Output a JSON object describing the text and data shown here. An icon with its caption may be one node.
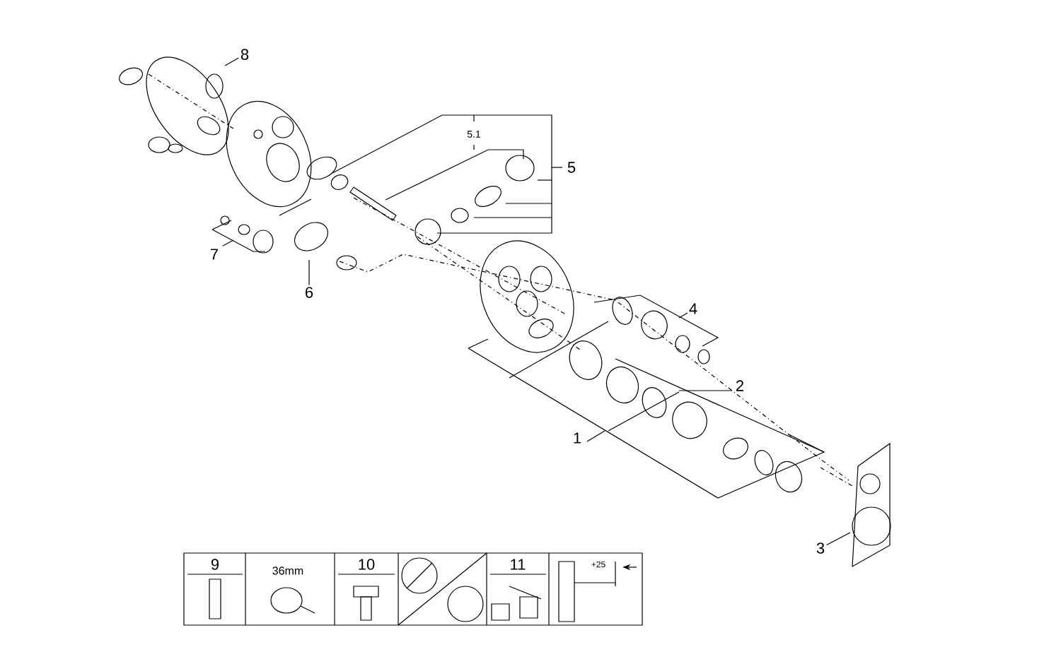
{
  "diagram": {
    "nodes": [
      {
        "text": [
          "8"
        ]
      },
      {
        "text": [
          "6"
        ]
      },
      {
        "text": [
          "3"
        ]
      }
    ],
    "edges": [
      {
        "from": 0,
        "to": null,
        "arrow": "none"
      },
      {
        "from": 1,
        "to": null,
        "arrow": "none"
      },
      {
        "from": 2,
        "to": null,
        "arrow": "none"
      }
    ],
    "labels": [
      "5.1",
      "5",
      "7",
      "4",
      "2",
      "1",
      "9",
      "36mm",
      "10",
      "11",
      "+25"
    ]
  }
}
